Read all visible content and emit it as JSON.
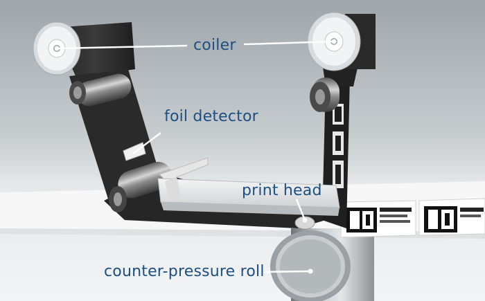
{
  "labels": {
    "coiler": "coiler",
    "foil_detector": "foil detector",
    "print_head": "print head",
    "counter_pressure_roll": "counter-pressure roll"
  },
  "colors": {
    "label_text": "#1c4f82",
    "leader_line": "#ffffff",
    "foil": "#2b2b2b",
    "background_top": "#9aa3a8",
    "background_bottom": "#eef0f1"
  }
}
